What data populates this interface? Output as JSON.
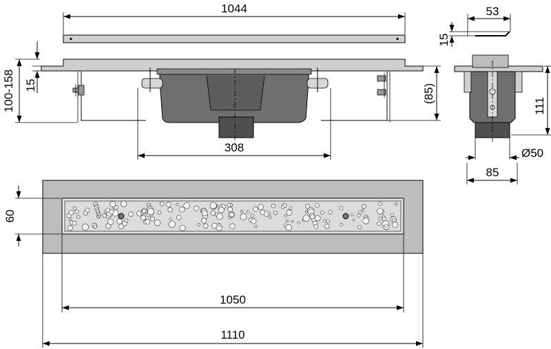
{
  "dimensions": {
    "profile_length": "1044",
    "height_adjust": "100-158",
    "flange_offset": "15",
    "body_width": "308",
    "body_depth": "(85)",
    "side_top_width": "53",
    "side_flange": "15",
    "side_height": "111",
    "outlet_diameter": "Ø50",
    "side_width": "85",
    "grate_width": "60",
    "grate_length": "1050",
    "frame_length": "1110"
  }
}
